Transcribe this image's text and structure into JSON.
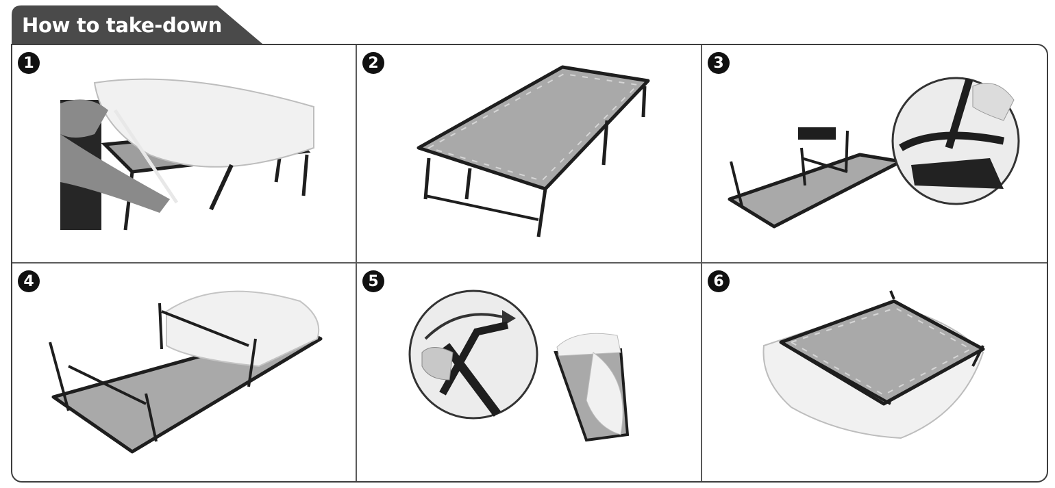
{
  "header": {
    "title": "How to take-down"
  },
  "steps": [
    {
      "number": "1",
      "illustration": "lifting-mattress-off-folding-bed"
    },
    {
      "number": "2",
      "illustration": "empty-folding-bed-frame"
    },
    {
      "number": "3",
      "illustration": "folding-legs-with-spring-detail"
    },
    {
      "number": "4",
      "illustration": "mattress-folded-on-frame-legs-up"
    },
    {
      "number": "5",
      "illustration": "strapping-folded-bed"
    },
    {
      "number": "6",
      "illustration": "folded-bed-with-mattress"
    }
  ],
  "colors": {
    "tab": "#4a4a4a",
    "border": "#3d3d3d",
    "fabric": "#a9a9a9",
    "frame": "#1e1e1e",
    "mattress": "#f1f1f1"
  }
}
